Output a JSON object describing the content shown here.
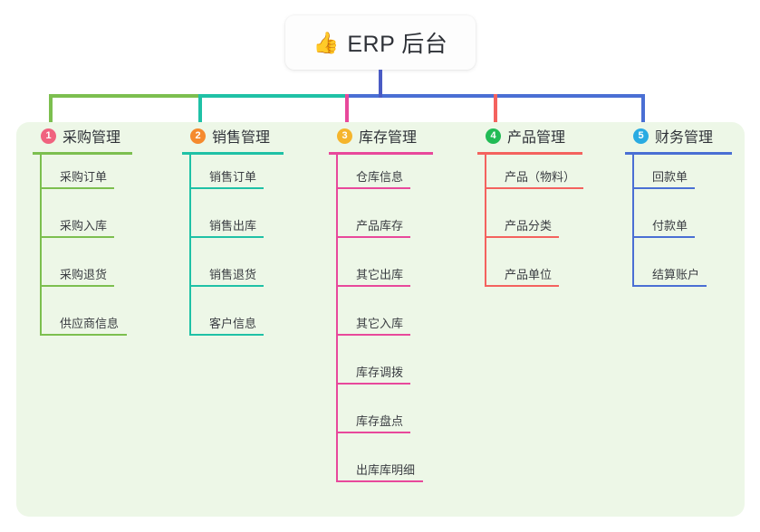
{
  "diagram": {
    "title": "ERP 后台",
    "root": {
      "emoji": "👍",
      "icon_name": "thumbs-up-icon",
      "label": "ERP 后台"
    },
    "panel_background": "#edf7e7",
    "root_stem_color": "#4a5bc4",
    "branches": [
      {
        "index": "1",
        "label": "采购管理",
        "badge_color": "#f0637f",
        "line_color": "#7cbf4f",
        "children": [
          "采购订单",
          "采购入库",
          "采购退货",
          "供应商信息"
        ]
      },
      {
        "index": "2",
        "label": "销售管理",
        "badge_color": "#f58a2e",
        "line_color": "#1fc1a6",
        "children": [
          "销售订单",
          "销售出库",
          "销售退货",
          "客户信息"
        ]
      },
      {
        "index": "3",
        "label": "库存管理",
        "badge_color": "#f5b52c",
        "line_color": "#e8489b",
        "children": [
          "仓库信息",
          "产品库存",
          "其它出库",
          "其它入库",
          "库存调拨",
          "库存盘点",
          "出库库明细"
        ]
      },
      {
        "index": "4",
        "label": "产品管理",
        "badge_color": "#22bb55",
        "line_color": "#f4625e",
        "children": [
          "产品（物料）",
          "产品分类",
          "产品单位"
        ]
      },
      {
        "index": "5",
        "label": "财务管理",
        "badge_color": "#29abe2",
        "line_color": "#4a6fd4",
        "children": [
          "回款单",
          "付款单",
          "结算账户"
        ]
      }
    ]
  }
}
